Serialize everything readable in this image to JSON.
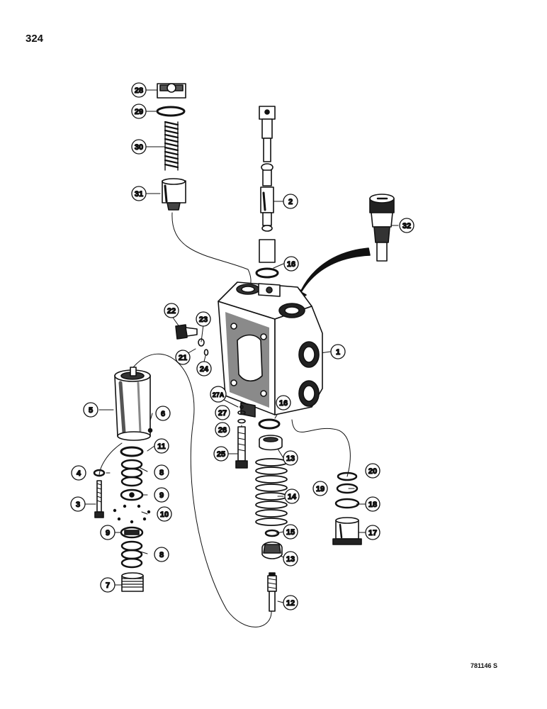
{
  "page_number": "324",
  "figure_code": "781146 S",
  "callouts": [
    "1",
    "2",
    "3",
    "4",
    "5",
    "6",
    "7",
    "8",
    "9",
    "10",
    "11",
    "12",
    "13",
    "14",
    "15",
    "16",
    "17",
    "18",
    "19",
    "20",
    "21",
    "22",
    "23",
    "24",
    "25",
    "26",
    "27",
    "27A",
    "28",
    "29",
    "30",
    "31",
    "32"
  ]
}
